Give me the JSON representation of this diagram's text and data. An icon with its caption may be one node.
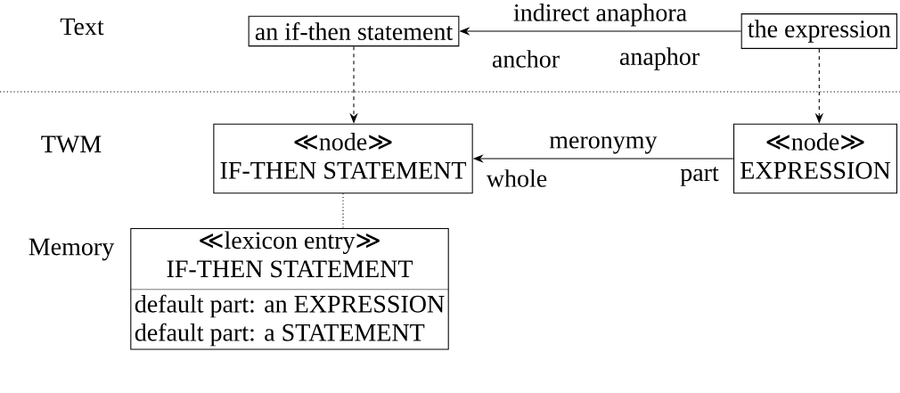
{
  "diagram": {
    "nodes": [
      {
        "text": [
          "an if-then statement"
        ]
      },
      {
        "text": [
          "the expression"
        ]
      },
      {
        "text": [
          "≪node≫",
          "IF-THEN STATEMENT"
        ]
      },
      {
        "text": [
          "≪node≫",
          "EXPRESSION"
        ]
      },
      {
        "text": [
          "≪lexicon entry≫",
          "IF-THEN STATEMENT",
          "default part: an EXPRESSION",
          "default part: a STATEMENT"
        ]
      }
    ],
    "edges": [
      {
        "from": 1,
        "to": 0,
        "arrow": "to",
        "label": "indirect anaphora"
      },
      {
        "from": 0,
        "to": 2,
        "arrow": "to",
        "style": "dashed"
      },
      {
        "from": 1,
        "to": 3,
        "arrow": "to",
        "style": "dashed"
      },
      {
        "from": 3,
        "to": 2,
        "arrow": "to",
        "label": "meronymy"
      },
      {
        "from": 2,
        "to": 4,
        "arrow": "none",
        "style": "dashed"
      }
    ],
    "labels": [
      "Text",
      "anchor",
      "anaphor",
      "TWM",
      "whole",
      "part",
      "Memory"
    ]
  }
}
